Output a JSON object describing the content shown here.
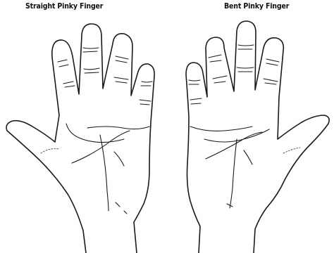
{
  "diagram": {
    "captions": {
      "left": "Straight Pinky Finger",
      "right": "Bent Pinky Finger"
    },
    "hands": [
      {
        "side": "left",
        "pinky": "straight"
      },
      {
        "side": "right",
        "pinky": "bent"
      }
    ],
    "colors": {
      "line": "#1a1a1a",
      "background": "#ffffff"
    }
  }
}
